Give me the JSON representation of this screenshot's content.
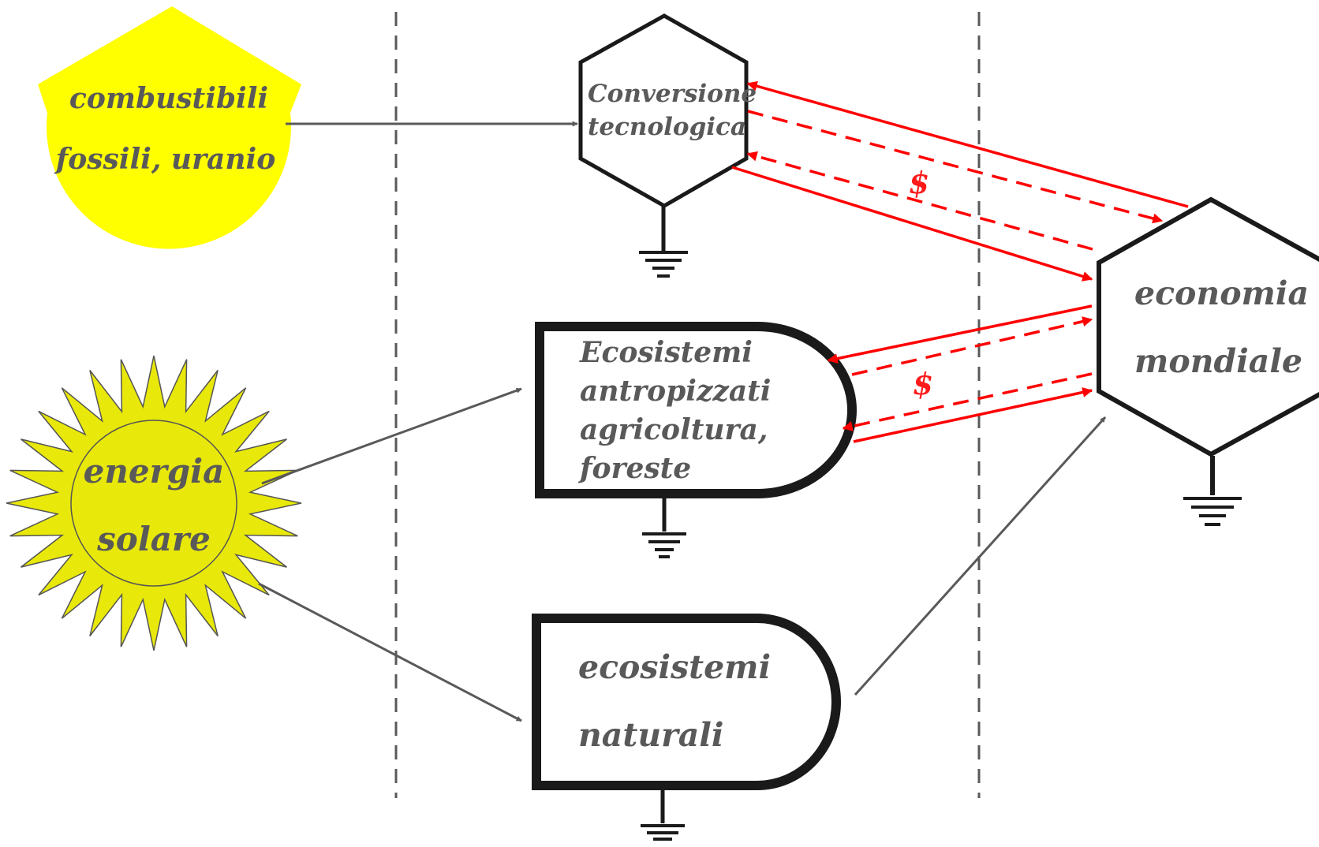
{
  "colors": {
    "source_fill": "#ffff00",
    "sun_fill": "#e8e80a",
    "node_stroke": "#1a1a1a",
    "money_flow": "#ff0000",
    "energy_flow": "#595959",
    "label_text": "#595959"
  },
  "sources": {
    "fossil": {
      "line1": "combustibili",
      "line2": "fossili, uranio"
    },
    "solar": {
      "line1": "energia",
      "line2": "solare"
    }
  },
  "nodes": {
    "conversion": {
      "line1": "Conversione",
      "line2": "tecnologica"
    },
    "anthro": {
      "line1": "Ecosistemi",
      "line2": "antropizzati",
      "line3": "agricoltura,",
      "line4": "foreste"
    },
    "natural": {
      "line1": "ecosistemi",
      "line2": "naturali"
    },
    "economy": {
      "line1": "economia",
      "line2": "mondiale"
    }
  },
  "money_labels": {
    "top": "$",
    "middle": "$"
  }
}
